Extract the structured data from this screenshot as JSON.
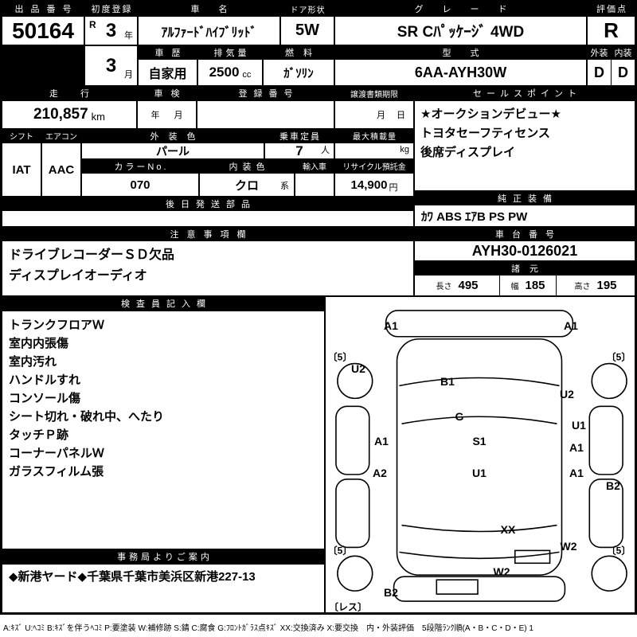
{
  "top": {
    "lot_label": "出品番号",
    "lot_number": "50164",
    "first_reg_label": "初度登録",
    "era": "R",
    "year": "3",
    "year_unit": "年",
    "month": "3",
    "month_unit": "月",
    "car_name_label": "車名",
    "car_name": "ｱﾙﾌｧｰﾄﾞﾊｲﾌﾞﾘｯﾄﾞ",
    "door_label": "ドア形状",
    "door": "5W",
    "grade_label": "グレード",
    "grade": "SR Cﾊﾟｯｹｰｼﾞ 4WD",
    "score_label": "評価点",
    "score": "R",
    "history_label": "車歴",
    "history": "自家用",
    "displacement_label": "排気量",
    "displacement": "2500",
    "displacement_unit": "cc",
    "fuel_label": "燃料",
    "fuel": "ｶﾞｿﾘﾝ",
    "model_label": "型式",
    "model": "6AA-AYH30W",
    "exterior_label": "外装",
    "exterior_score": "D",
    "interior_label": "内装",
    "interior_score": "D"
  },
  "registration": {
    "mileage_label": "走行",
    "mileage": "210,857",
    "mileage_unit": "km",
    "shaken_label": "車検",
    "shaken_year_unit": "年",
    "shaken_month_unit": "月",
    "reg_no_label": "登録番号",
    "transfer_label": "譲渡書類期限",
    "transfer_month_unit": "月",
    "transfer_day_unit": "日"
  },
  "sales_point": {
    "label": "セールスポイント",
    "lines": [
      "★オークションデビュー★",
      "トヨタセーフティセンス",
      "後席ディスプレイ"
    ]
  },
  "spec": {
    "shift_label": "シフト",
    "shift": "IAT",
    "aircon_label": "エアコン",
    "aircon": "AAC",
    "exterior_color_label": "外装色",
    "exterior_color": "パール",
    "capacity_label": "乗車定員",
    "capacity": "7",
    "capacity_unit": "人",
    "max_load_label": "最大積載量",
    "max_load_unit": "kg",
    "color_no_label": "カラーNo.",
    "color_no": "070",
    "interior_color_label": "内装色",
    "interior_color": "クロ",
    "interior_color_unit": "系",
    "import_label": "輸入車",
    "recycle_label": "リサイクル預託金",
    "recycle_deposit": "14,900",
    "recycle_unit": "円",
    "later_parts_label": "後日発送部品"
  },
  "equipment": {
    "label": "純正装備",
    "value": "ｶﾜ ABS ｴｱB PS PW"
  },
  "notes": {
    "label": "注意事項欄",
    "lines": [
      "ドライブレコーダーＳＤ欠品",
      "ディスプレイオーディオ"
    ]
  },
  "chassis": {
    "label": "車台番号",
    "number": "AYH30-0126021",
    "dims_label": "諸元",
    "length_label": "長さ",
    "length": "495",
    "width_label": "幅",
    "width": "185",
    "height_label": "高さ",
    "height": "195"
  },
  "inspector": {
    "label": "検査員記入欄",
    "lines": [
      "トランクフロアＷ",
      "室内内張傷",
      "室内汚れ",
      "ハンドルすれ",
      "コンソール傷",
      "シート切れ・破れ中、へたり",
      "タッチＰ跡",
      "コーナーパネルＷ",
      "ガラスフィルム張"
    ]
  },
  "office": {
    "label": "事務局よりご案内",
    "text": "◆新港ヤード◆千葉県千葉市美浜区新港227-13"
  },
  "diagram": {
    "damage_markers": [
      "A1",
      "A1",
      "U2",
      "B1",
      "U2",
      "G",
      "U1",
      "A1",
      "S1",
      "A1",
      "A2",
      "U1",
      "A1",
      "B2",
      "XX",
      "W2",
      "W2",
      "B2"
    ],
    "wheel_ranks": [
      "〔5〕",
      "〔5〕",
      "〔5〕",
      "〔5〕"
    ],
    "spare": "〔レス〕"
  },
  "legend": "A:ｷｽﾞ U:ﾍｺﾐ B:ｷｽﾞを伴うﾍｺﾐ P:要塗装 W:補修跡 S:錆 C:腐食 G:ﾌﾛﾝﾄｶﾞﾗｽ点ｷｽﾞ XX:交換済み X:要交換　内・外装評価　5段階ﾗﾝｸ順(A・B・C・D・E) 1"
}
